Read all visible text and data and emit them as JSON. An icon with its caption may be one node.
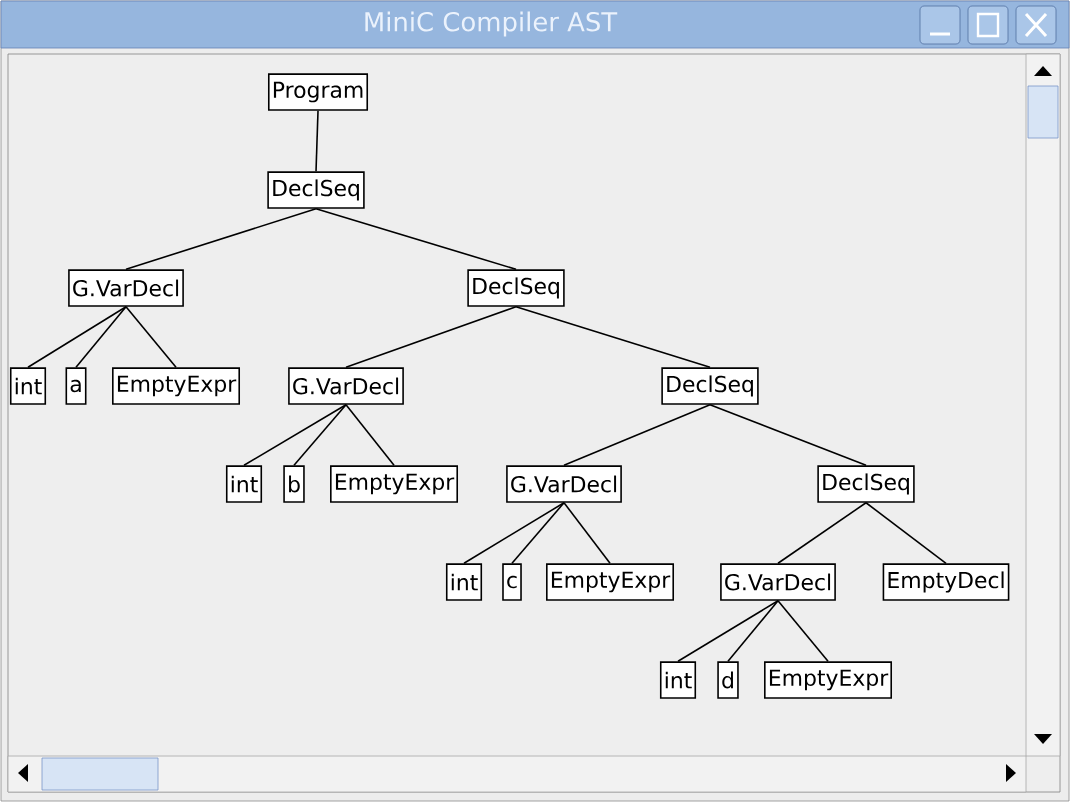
{
  "diagram": {
    "title": "MiniC Compiler AST",
    "nodes": [
      {
        "text": [
          "Program"
        ]
      },
      {
        "text": [
          "DeclSeq"
        ]
      },
      {
        "text": [
          "G.VarDecl"
        ]
      },
      {
        "text": [
          "DeclSeq"
        ]
      },
      {
        "text": [
          "int"
        ]
      },
      {
        "text": [
          "a"
        ]
      },
      {
        "text": [
          "EmptyExpr"
        ]
      },
      {
        "text": [
          "G.VarDecl"
        ]
      },
      {
        "text": [
          "DeclSeq"
        ]
      },
      {
        "text": [
          "int"
        ]
      },
      {
        "text": [
          "b"
        ]
      },
      {
        "text": [
          "EmptyExpr"
        ]
      },
      {
        "text": [
          "G.VarDecl"
        ]
      },
      {
        "text": [
          "DeclSeq"
        ]
      },
      {
        "text": [
          "int"
        ]
      },
      {
        "text": [
          "c"
        ]
      },
      {
        "text": [
          "EmptyExpr"
        ]
      },
      {
        "text": [
          "G.VarDecl"
        ]
      },
      {
        "text": [
          "EmptyDecl"
        ]
      },
      {
        "text": [
          "int"
        ]
      },
      {
        "text": [
          "d"
        ]
      },
      {
        "text": [
          "EmptyExpr"
        ]
      }
    ],
    "edges": [
      {
        "from": 0,
        "to": 1,
        "arrow": "none"
      },
      {
        "from": 1,
        "to": 2,
        "arrow": "none"
      },
      {
        "from": 1,
        "to": 3,
        "arrow": "none"
      },
      {
        "from": 2,
        "to": 4,
        "arrow": "none"
      },
      {
        "from": 2,
        "to": 5,
        "arrow": "none"
      },
      {
        "from": 2,
        "to": 6,
        "arrow": "none"
      },
      {
        "from": 3,
        "to": 7,
        "arrow": "none"
      },
      {
        "from": 3,
        "to": 8,
        "arrow": "none"
      },
      {
        "from": 7,
        "to": 9,
        "arrow": "none"
      },
      {
        "from": 7,
        "to": 10,
        "arrow": "none"
      },
      {
        "from": 7,
        "to": 11,
        "arrow": "none"
      },
      {
        "from": 8,
        "to": 12,
        "arrow": "none"
      },
      {
        "from": 8,
        "to": 13,
        "arrow": "none"
      },
      {
        "from": 12,
        "to": 14,
        "arrow": "none"
      },
      {
        "from": 12,
        "to": 15,
        "arrow": "none"
      },
      {
        "from": 12,
        "to": 16,
        "arrow": "none"
      },
      {
        "from": 13,
        "to": 17,
        "arrow": "none"
      },
      {
        "from": 13,
        "to": 18,
        "arrow": "none"
      },
      {
        "from": 17,
        "to": 19,
        "arrow": "none"
      },
      {
        "from": 17,
        "to": 20,
        "arrow": "none"
      },
      {
        "from": 17,
        "to": 21,
        "arrow": "none"
      }
    ]
  }
}
